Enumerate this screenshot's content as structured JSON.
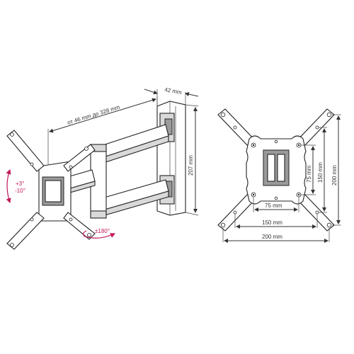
{
  "dimensions": {
    "arm_reach": "от 46 mm до 328 mm",
    "depth": "42 mm",
    "height": "207 mm",
    "tilt": "+3°\n-10°",
    "tilt_up": "+3°",
    "tilt_down": "-10°",
    "swivel": "±180°",
    "vesa_75_h": "75 mm",
    "vesa_75_v": "75 mm",
    "vesa_150_h": "150 mm",
    "vesa_150_v": "150 mm",
    "vesa_200_h": "200 mm",
    "vesa_200_v": "200 mm"
  },
  "colors": {
    "line": "#333333",
    "accent": "#c2185b",
    "fill_gray": "#d9d9d9"
  }
}
